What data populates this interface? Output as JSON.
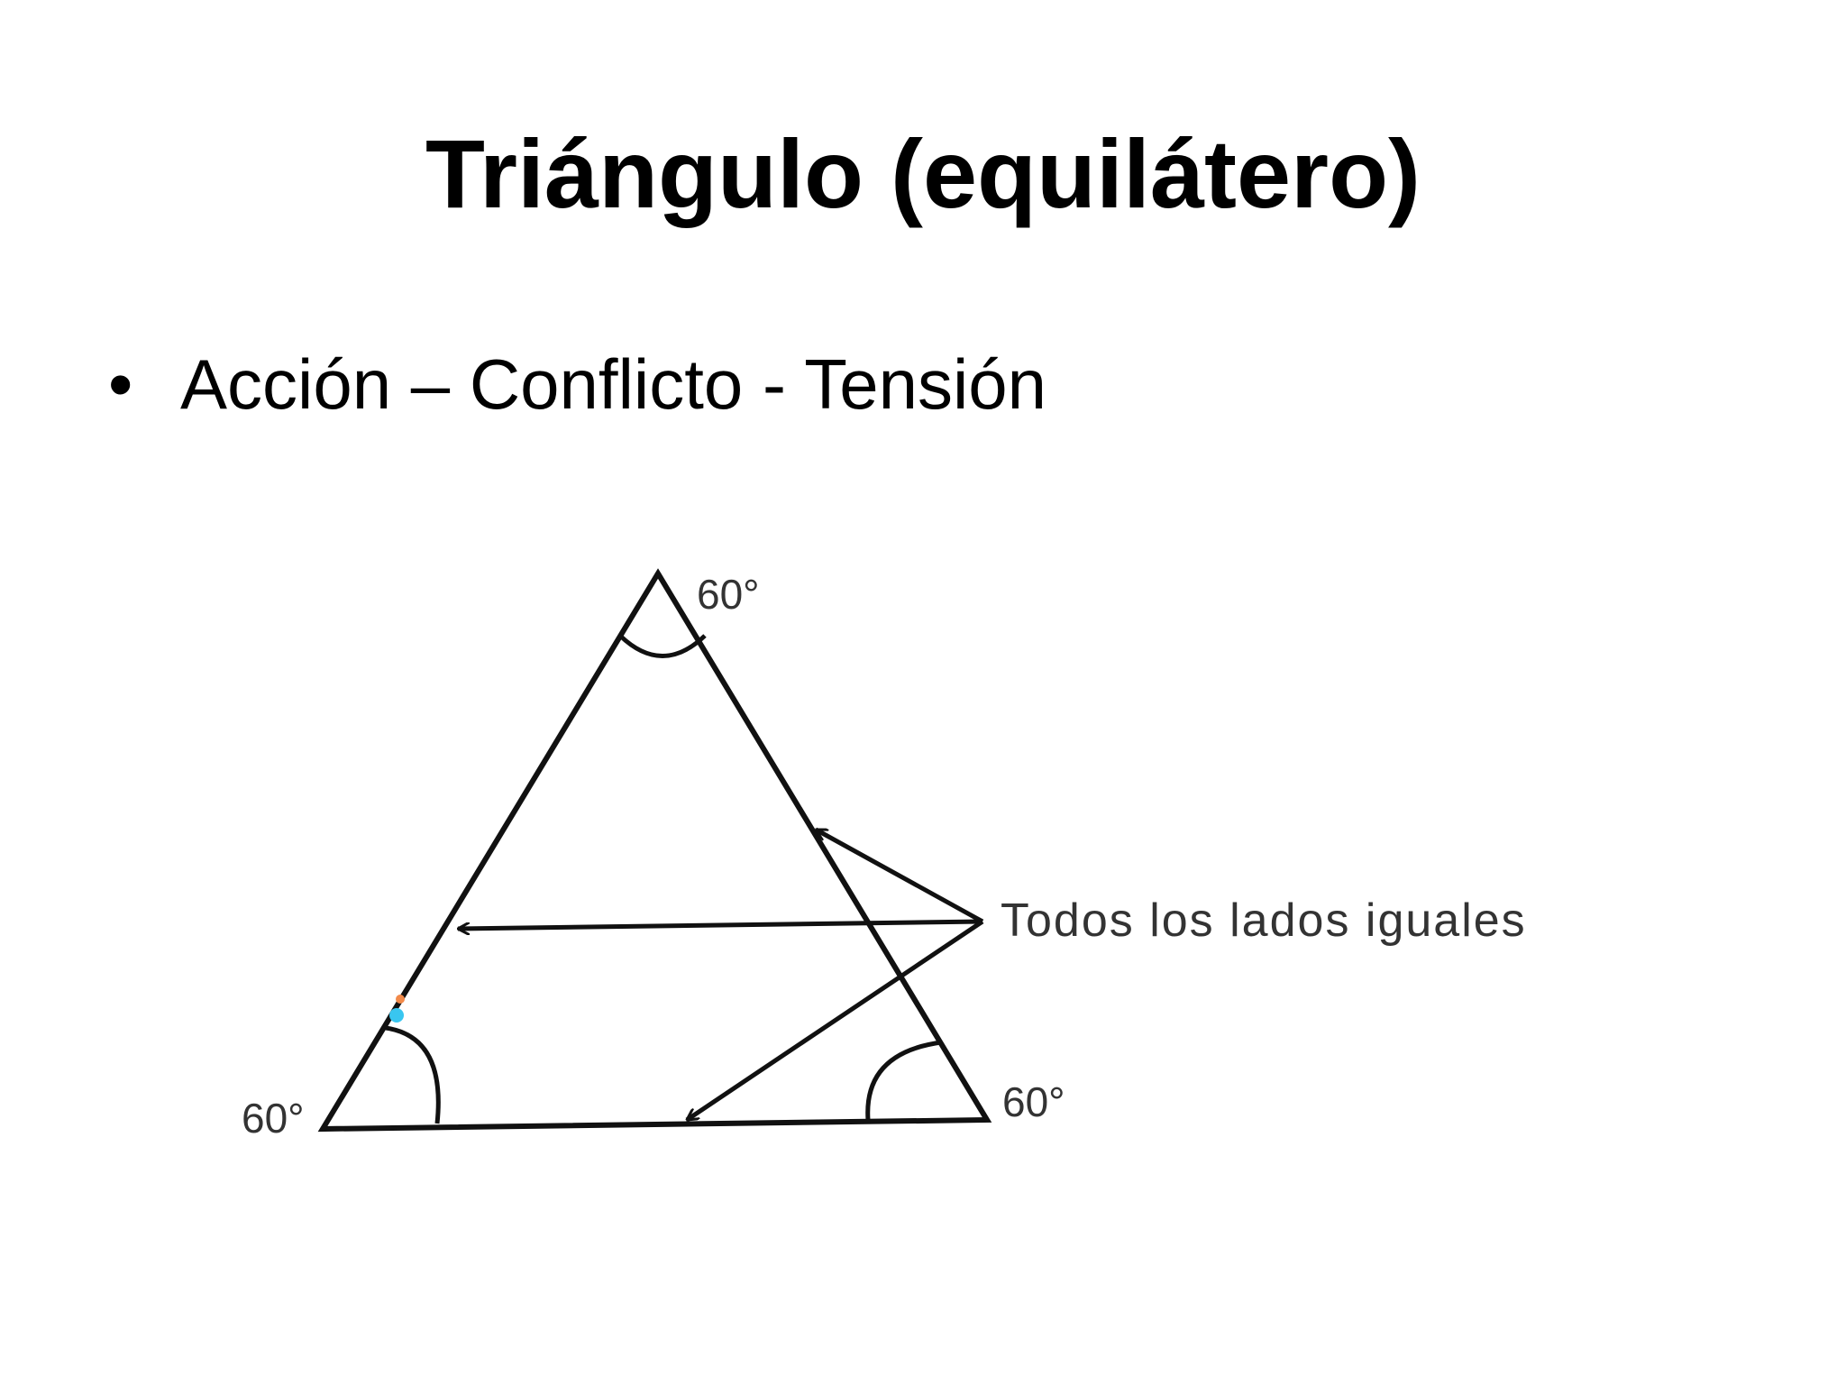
{
  "slide": {
    "title": "Triángulo (equilátero)",
    "bullet_marker": "•",
    "bullet_text": "Acción – Conflicto - Tensión"
  },
  "diagram": {
    "angle_top": "60°",
    "angle_left": "60°",
    "angle_right": "60°",
    "callout": "Todos los lados iguales"
  },
  "colors": {
    "background": "#ffffff",
    "text": "#000000",
    "line": "#111111"
  }
}
